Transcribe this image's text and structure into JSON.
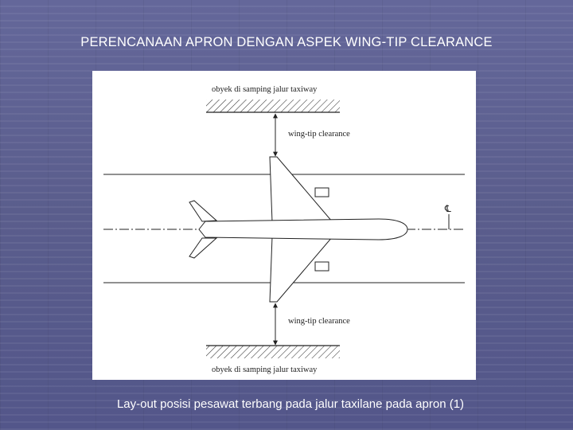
{
  "slide": {
    "title": "PERENCANAAN APRON DENGAN ASPEK WING-TIP CLEARANCE",
    "caption": "Lay-out posisi pesawat terbang pada jalur taxilane pada apron (1)"
  },
  "diagram": {
    "top_object_label": "obyek di samping jalur taxiway",
    "top_clearance_label": "wing-tip clearance",
    "bottom_clearance_label": "wing-tip clearance",
    "bottom_object_label": "obyek di samping jalur taxiway",
    "centerline_symbol": "℄"
  },
  "colors": {
    "background": "#5b5e8e",
    "panel": "#ffffff",
    "ink": "#222222"
  }
}
